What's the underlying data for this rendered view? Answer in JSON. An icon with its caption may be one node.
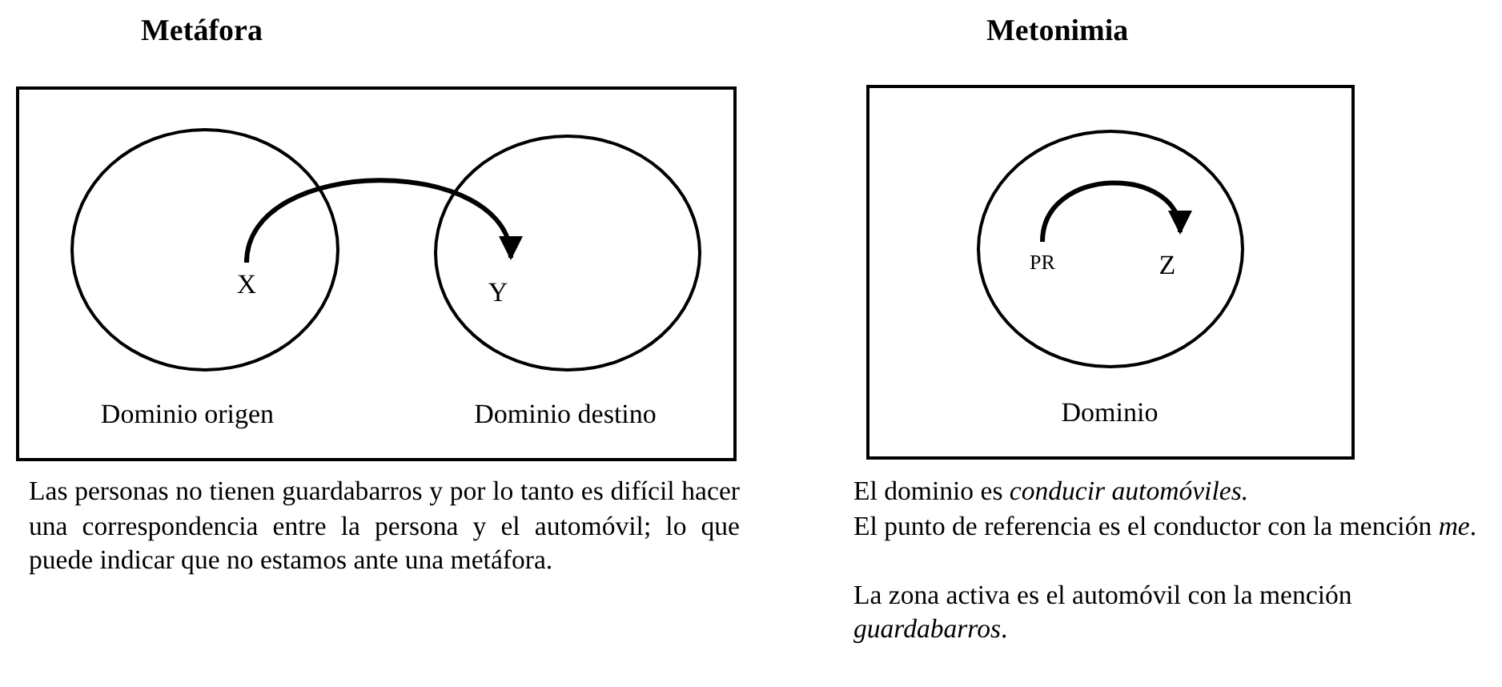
{
  "diagram": {
    "nodes": [
      {
        "text": [
          "Metáfora"
        ]
      },
      {
        "text": [],
        "shape": "circle",
        "in": 0,
        "beside": [
          "Dominio origen"
        ]
      },
      {
        "text": [
          "X"
        ],
        "in": 1
      },
      {
        "text": [],
        "shape": "circle",
        "in": 0,
        "beside": [
          "Dominio destino"
        ]
      },
      {
        "text": [
          "Y"
        ],
        "in": 3
      },
      {
        "text": [
          "Metonimia"
        ]
      },
      {
        "text": [],
        "shape": "circle",
        "in": 5,
        "beside": [
          "Dominio"
        ]
      },
      {
        "text": [
          "PR"
        ],
        "in": 6
      },
      {
        "text": [
          "Z"
        ],
        "in": 6
      }
    ],
    "edges": [
      {
        "from": 2,
        "to": 4,
        "arrow": "to"
      },
      {
        "from": 7,
        "to": 8,
        "arrow": "to"
      }
    ],
    "labels": [
      "Las personas no tienen guardabarros y por lo tanto es difícil hacer una correspondencia entre la persona y el automóvil; lo que puede indicar que no estamos ante una metáfora.",
      "El dominio es *conducir automóviles.*",
      "El punto de referencia es el conductor con la mención *me*.",
      "La zona activa es el automóvil con la mención *guardabarros*."
    ]
  }
}
